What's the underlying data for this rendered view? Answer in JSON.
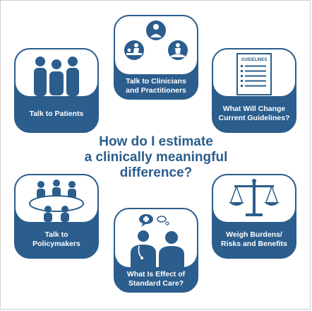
{
  "colors": {
    "primary": "#2b5d8d",
    "background": "#ffffff"
  },
  "question": "How do I estimate\na clinically meaningful\ndifference?",
  "cards": {
    "patients": {
      "label": "Talk to Patients",
      "icon": "people-group-icon"
    },
    "clinicians": {
      "label": "Talk to Clinicians\nand Practitioners",
      "icon": "clinicians-icon"
    },
    "guidelines": {
      "label": "What Will Change\nCurrent Guidelines?",
      "icon": "guidelines-document-icon",
      "doc_title": "GUIDELINES"
    },
    "policymakers": {
      "label": "Talk to\nPolicymakers",
      "icon": "meeting-table-icon"
    },
    "standard_care": {
      "label": "What Is Effect of\nStandard Care?",
      "icon": "doctor-patient-icon"
    },
    "burdens": {
      "label": "Weigh Burdens/\nRisks and Benefits",
      "icon": "balance-scale-icon"
    }
  }
}
